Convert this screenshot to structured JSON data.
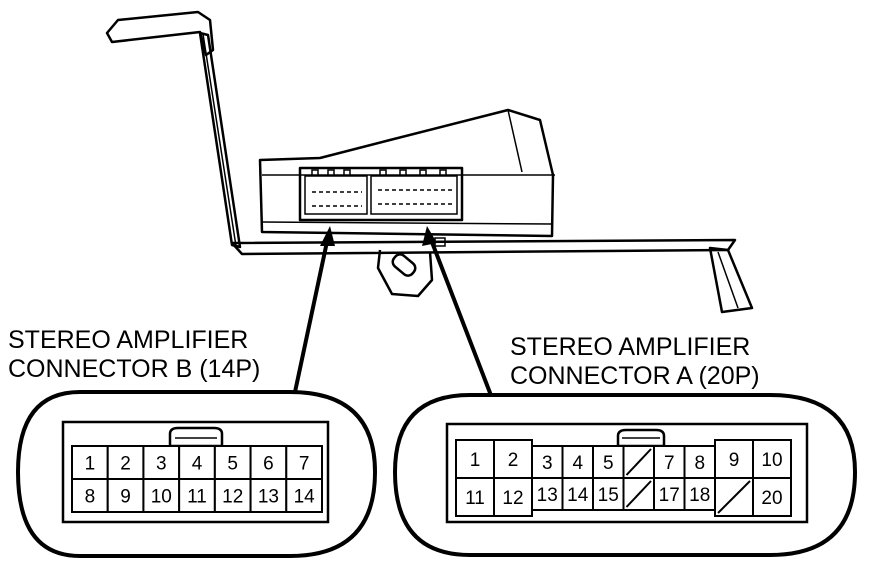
{
  "labels": {
    "connector_b_line1": "STEREO AMPLIFIER",
    "connector_b_line2": "CONNECTOR B (14P)",
    "connector_a_line1": "STEREO AMPLIFIER",
    "connector_a_line2": "CONNECTOR A (20P)"
  },
  "connector_b": {
    "pins_top": [
      "1",
      "2",
      "3",
      "4",
      "5",
      "6",
      "7"
    ],
    "pins_bottom": [
      "8",
      "9",
      "10",
      "11",
      "12",
      "13",
      "14"
    ]
  },
  "connector_a": {
    "pins_top_left": [
      "1",
      "2"
    ],
    "pins_top_mid": [
      "3",
      "4",
      "5"
    ],
    "pins_top_mid2": [
      "7",
      "8"
    ],
    "pins_top_right": [
      "9",
      "10"
    ],
    "pins_bottom_left": [
      "11",
      "12"
    ],
    "pins_bottom_mid": [
      "13",
      "14",
      "15"
    ],
    "pins_bottom_mid2": [
      "17",
      "18"
    ],
    "pins_bottom_right": [
      "20"
    ]
  }
}
